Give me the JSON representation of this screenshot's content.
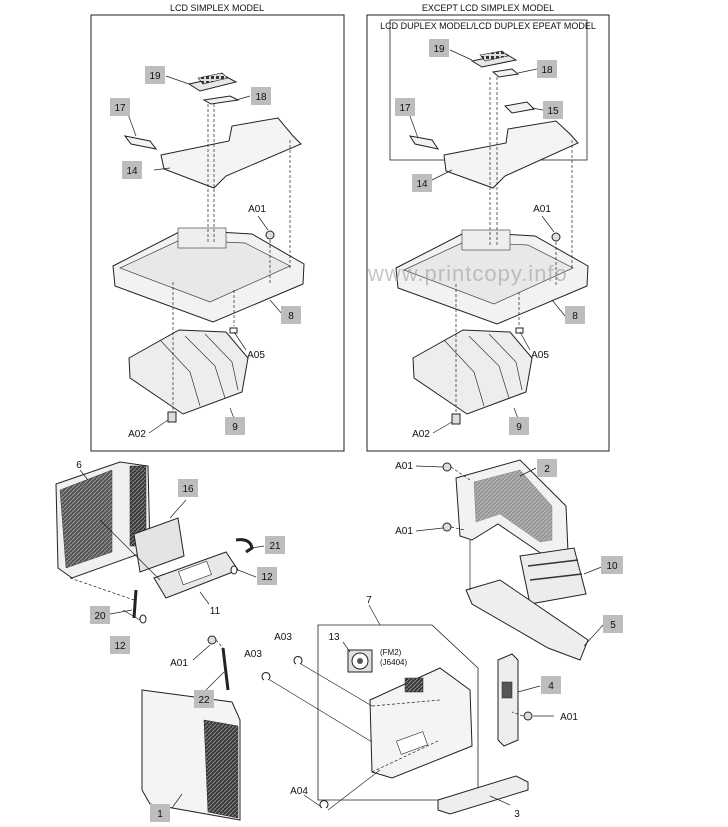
{
  "panels": {
    "left_title": "LCD SIMPLEX MODEL",
    "right_title": "EXCEPT LCD SIMPLEX MODEL",
    "right_inner_title": "LCD DUPLEX MODEL/LCD DUPLEX EPEAT MODEL"
  },
  "watermark": "www.printcopy.info",
  "fan_labels": {
    "fm": "(FM2)",
    "connector": "(J6404)"
  },
  "callouts": {
    "l19": "19",
    "l18": "18",
    "l17": "17",
    "l14": "14",
    "lA01": "A01",
    "l8": "8",
    "lA05": "A05",
    "lA02": "A02",
    "l9": "9",
    "r19": "19",
    "r18": "18",
    "r17": "17",
    "r15": "15",
    "r14": "14",
    "rA01": "A01",
    "r8": "8",
    "rA05": "A05",
    "rA02": "A02",
    "r9": "9",
    "b6": "6",
    "b16": "16",
    "b21": "21",
    "b12a": "12",
    "b20": "20",
    "b11": "11",
    "b12b": "12",
    "b2": "2",
    "bA01a": "A01",
    "bA01b": "A01",
    "b10": "10",
    "b5": "5",
    "b7": "7",
    "b13": "13",
    "bA03a": "A03",
    "bA03b": "A03",
    "bA04": "A04",
    "b4": "4",
    "bA01c": "A01",
    "bA01d": "A01",
    "b22": "22",
    "b1": "1",
    "b3": "3"
  },
  "colors": {
    "callout_fill": "#bdbdbd",
    "line": "#222222",
    "part_fill": "#f2f2f2",
    "part_dark": "#555555"
  }
}
